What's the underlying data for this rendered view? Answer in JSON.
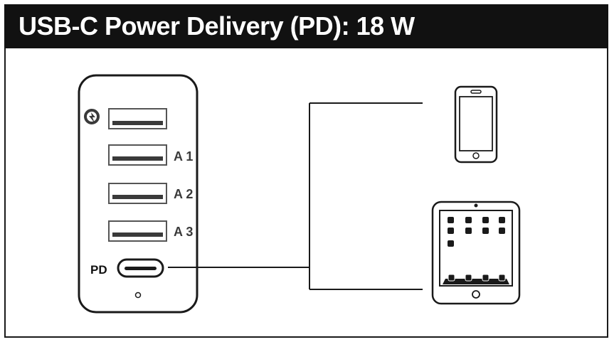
{
  "header": {
    "title": "USB-C Power Delivery (PD): 18 W"
  },
  "charger": {
    "ports": [
      {
        "icon": "quick-charge-icon",
        "label": ""
      },
      {
        "label": "A 1"
      },
      {
        "label": "A 2"
      },
      {
        "label": "A 3"
      }
    ],
    "pd_label": "PD"
  },
  "devices": [
    {
      "icon": "smartphone-icon"
    },
    {
      "icon": "tablet-icon"
    }
  ],
  "colors": {
    "header_bg": "#111111",
    "header_text": "#ffffff",
    "line": "#1a1a1a",
    "port_fill": "#3a3a3a"
  }
}
